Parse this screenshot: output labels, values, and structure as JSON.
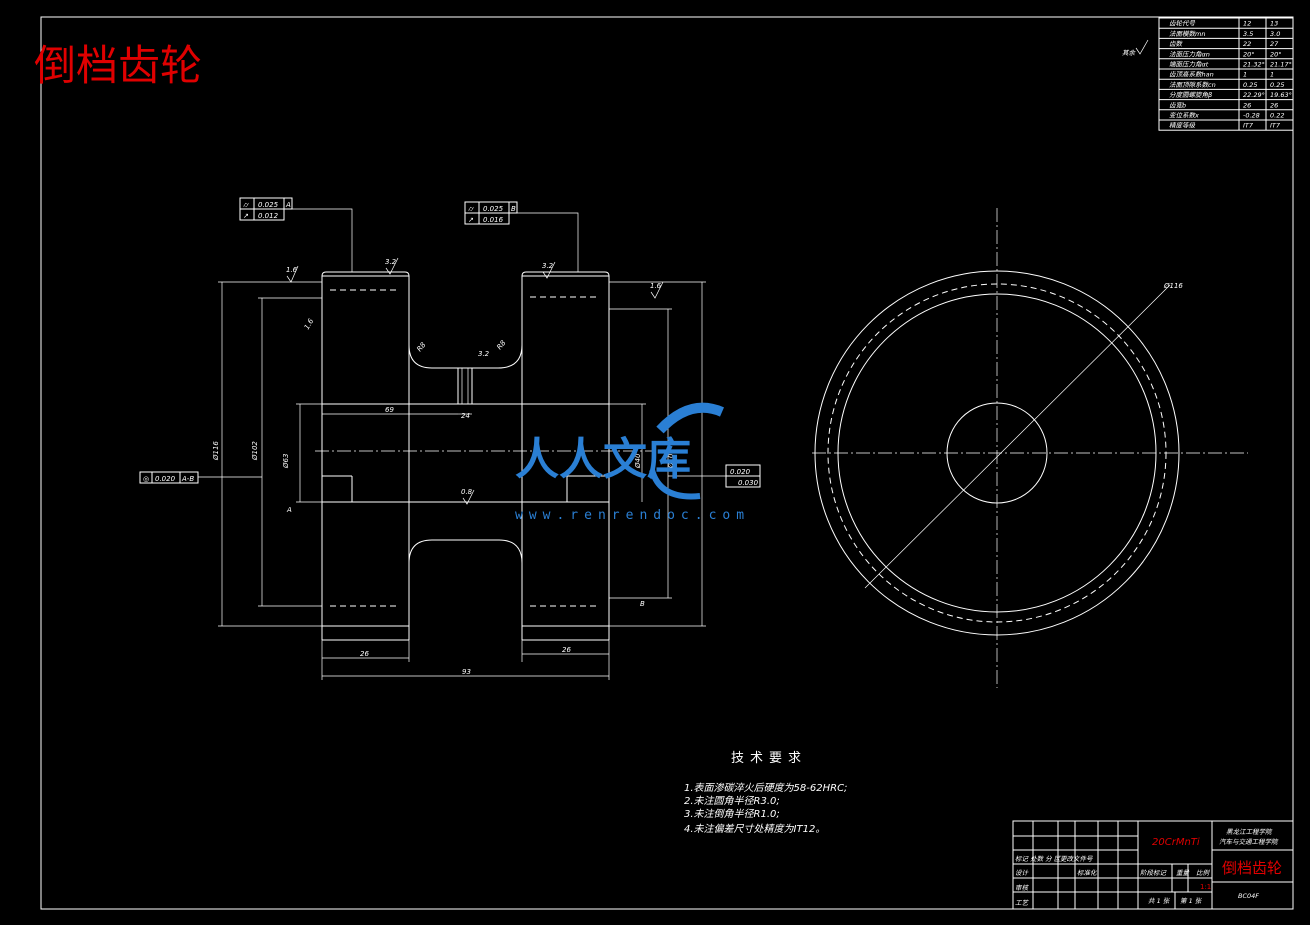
{
  "drawing_title": "倒档齿轮",
  "gear_table": {
    "rows": [
      {
        "label": "齿轮代号",
        "v1": "12",
        "v2": "13"
      },
      {
        "label": "法面模数mn",
        "v1": "3.5",
        "v2": "3.0"
      },
      {
        "label": "齿数",
        "v1": "22",
        "v2": "27"
      },
      {
        "label": "法面压力角αn",
        "v1": "20°",
        "v2": "20°"
      },
      {
        "label": "端面压力角αt",
        "v1": "21.32°",
        "v2": "21.17°"
      },
      {
        "label": "齿顶高系数han",
        "v1": "1",
        "v2": "1"
      },
      {
        "label": "法面顶隙系数cn",
        "v1": "0.25",
        "v2": "0.25"
      },
      {
        "label": "分度圆螺旋角β",
        "v1": "22.29°",
        "v2": "19.63°"
      },
      {
        "label": "齿宽b",
        "v1": "26",
        "v2": "26"
      },
      {
        "label": "变位系数x",
        "v1": "-0.28",
        "v2": "0.22"
      },
      {
        "label": "精度等级",
        "v1": "IT7",
        "v2": "IT7"
      }
    ]
  },
  "roughness_other": "其余",
  "tolerances": {
    "left_flat": "0.025",
    "left_ref": "A",
    "left_runout": "0.012",
    "right_flat": "0.025",
    "right_ref": "B",
    "right_runout": "0.016",
    "bore_circ": "0.020",
    "bore_ref": "A-B",
    "bore_right": "0.030"
  },
  "dimensions": {
    "ra_top_left": "1.6",
    "ra_top_mid": "3.2",
    "ra_top_right": "3.2",
    "ra_right_side": "1.6",
    "ra_chamfer": "1.6",
    "ra_inner": "3.2",
    "r_left": "R8",
    "r_right": "R8",
    "len_69": "69",
    "gap": "24",
    "dia_116": "Ø116",
    "dia_102": "Ø102",
    "dia_63": "Ø63",
    "dia_40": "Ø40",
    "dia_100": "Ø100",
    "ra_bore": "0.8",
    "width_left": "26",
    "width_right": "26",
    "width_total": "93",
    "circle_dia": "Ø116"
  },
  "tech_requirements": {
    "title": "技术要求",
    "items": [
      "1.表面渗碳淬火后硬度为58-62HRC;",
      "2.未注圆角半径R3.0;",
      "3.未注倒角半径R1.0;",
      "4.未注偏差尺寸处精度为IT12。"
    ]
  },
  "title_block": {
    "material": "20CrMnTi",
    "school_line1": "黑龙江工程学院",
    "school_line2": "汽车与交通工程学院",
    "part_name": "倒档齿轮",
    "stage_mark": "阶段标记",
    "weight": "重量",
    "scale": "比例",
    "scale_value": "1:1",
    "sheets": "共 1 张",
    "sheet_no": "第 1 张",
    "code": "BC04F",
    "rev_row": "标记 处数 分 区",
    "change_doc": "更改文件号",
    "design": "设计",
    "standard": "标准化",
    "review": "审核",
    "process": "工艺"
  },
  "watermark": {
    "text": "人人文库",
    "url": "www.renrendoc.com"
  }
}
